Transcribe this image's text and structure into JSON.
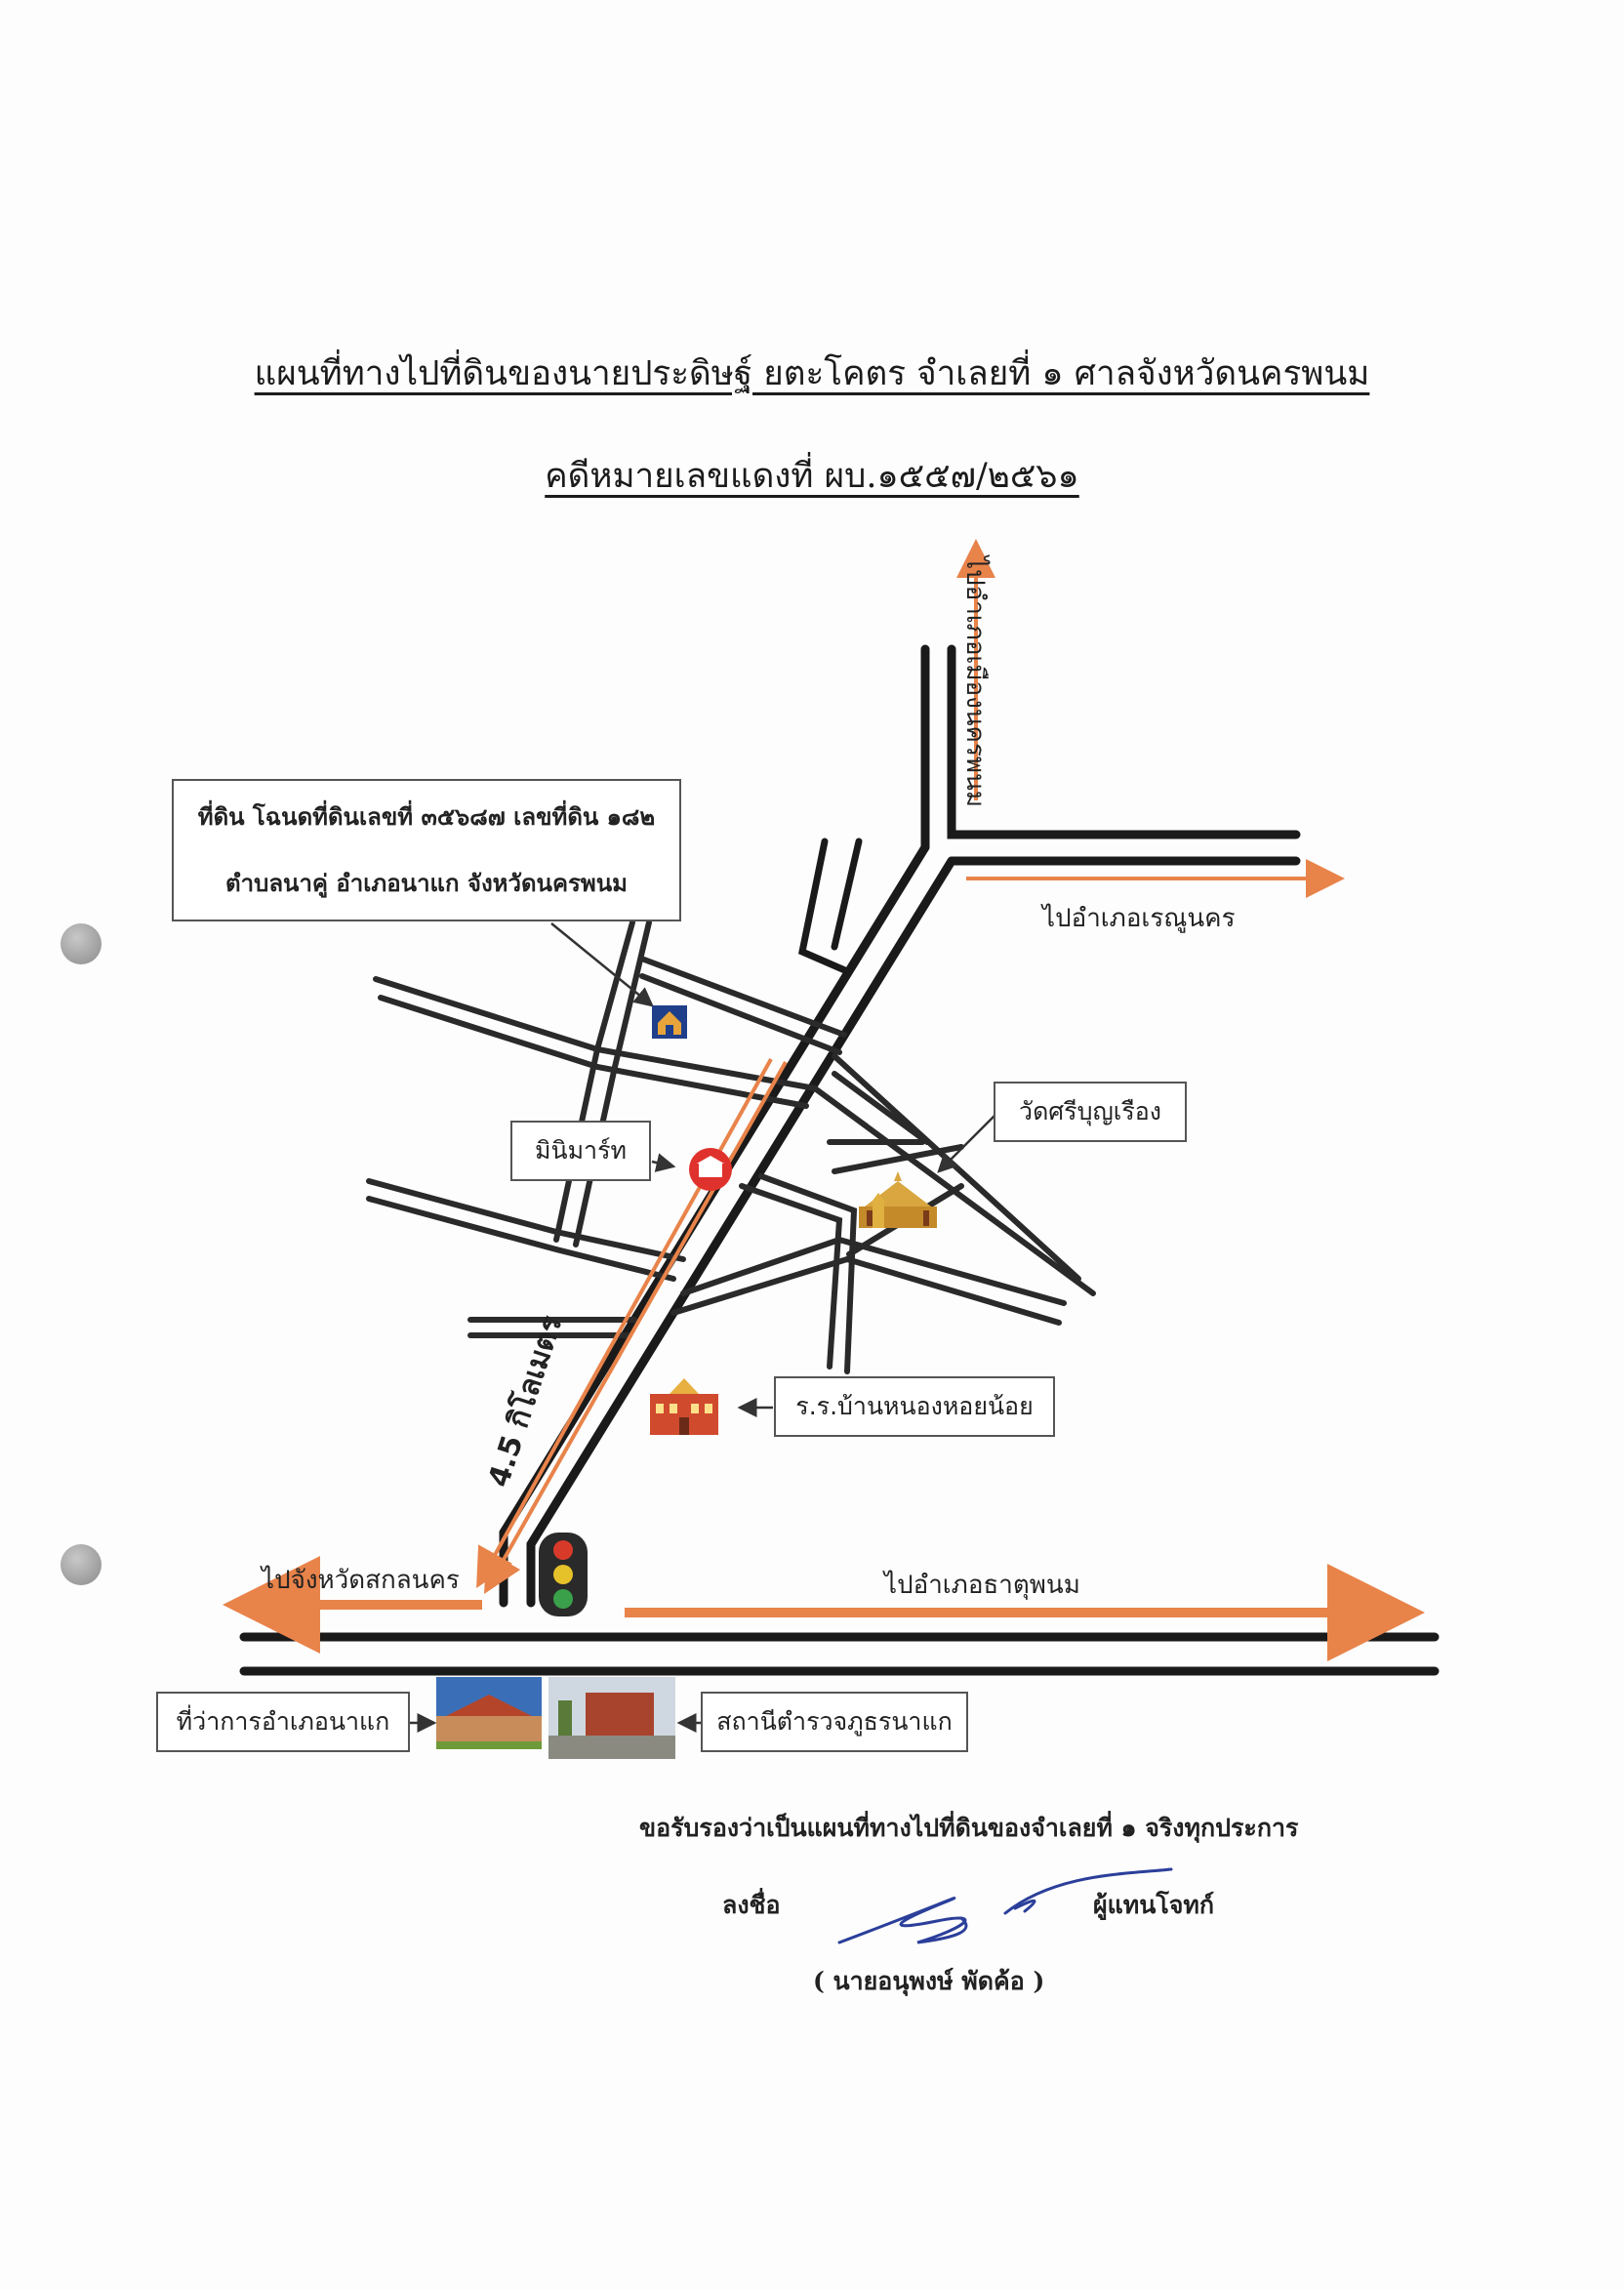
{
  "header": {
    "title": "แผนที่ทางไปที่ดินของนายประดิษฐ์ ยตะโคตร จำเลยที่ ๑ ศาลจังหวัดนครพนม",
    "case_no": "คดีหมายเลขแดงที่ ผบ.๑๕๕๗/๒๕๖๑"
  },
  "map": {
    "land_box": {
      "line1": "ที่ดิน โฉนดที่ดินเลขที่ ๓๕๖๘๗ เลขที่ดิน ๑๘๒",
      "line2": "ตำบลนาคู่ อำเภอนาแก จังหวัดนครพนม"
    },
    "to_mueang": "ไปอำเภอเมืองนครพนม",
    "to_renu": "ไปอำเภอเรณูนคร",
    "temple": "วัดศรีบุญเรือง",
    "minimart": "มินิมาร์ท",
    "school": "ร.ร.บ้านหนองหอยน้อย",
    "distance": "4.5 กิโลเมตร",
    "to_sakon": "ไปจังหวัดสกลนคร",
    "to_thatphanom": "ไปอำเภอธาตุพนม",
    "district_office": "ที่ว่าการอำเภอนาแก",
    "police_station": "สถานีตำรวจภูธรนาแก",
    "colors": {
      "arrow": "#e8834a",
      "road": "#1a1a1a",
      "land_icon": "#1f3f8a",
      "minimart_icon": "#e0322c"
    },
    "icons": [
      "house-icon",
      "shop-icon",
      "temple-icon",
      "school-icon",
      "traffic-light-icon",
      "building-photo-icon",
      "police-photo-icon"
    ]
  },
  "footer": {
    "certify": "ขอรับรองว่าเป็นแผนที่ทางไปที่ดินของจำเลยที่ ๑ จริงทุกประการ",
    "sign_label": "ลงชื่อ",
    "role": "ผู้แทนโจทก์",
    "signer": "( นายอนุพงษ์  พัดค้อ )"
  }
}
